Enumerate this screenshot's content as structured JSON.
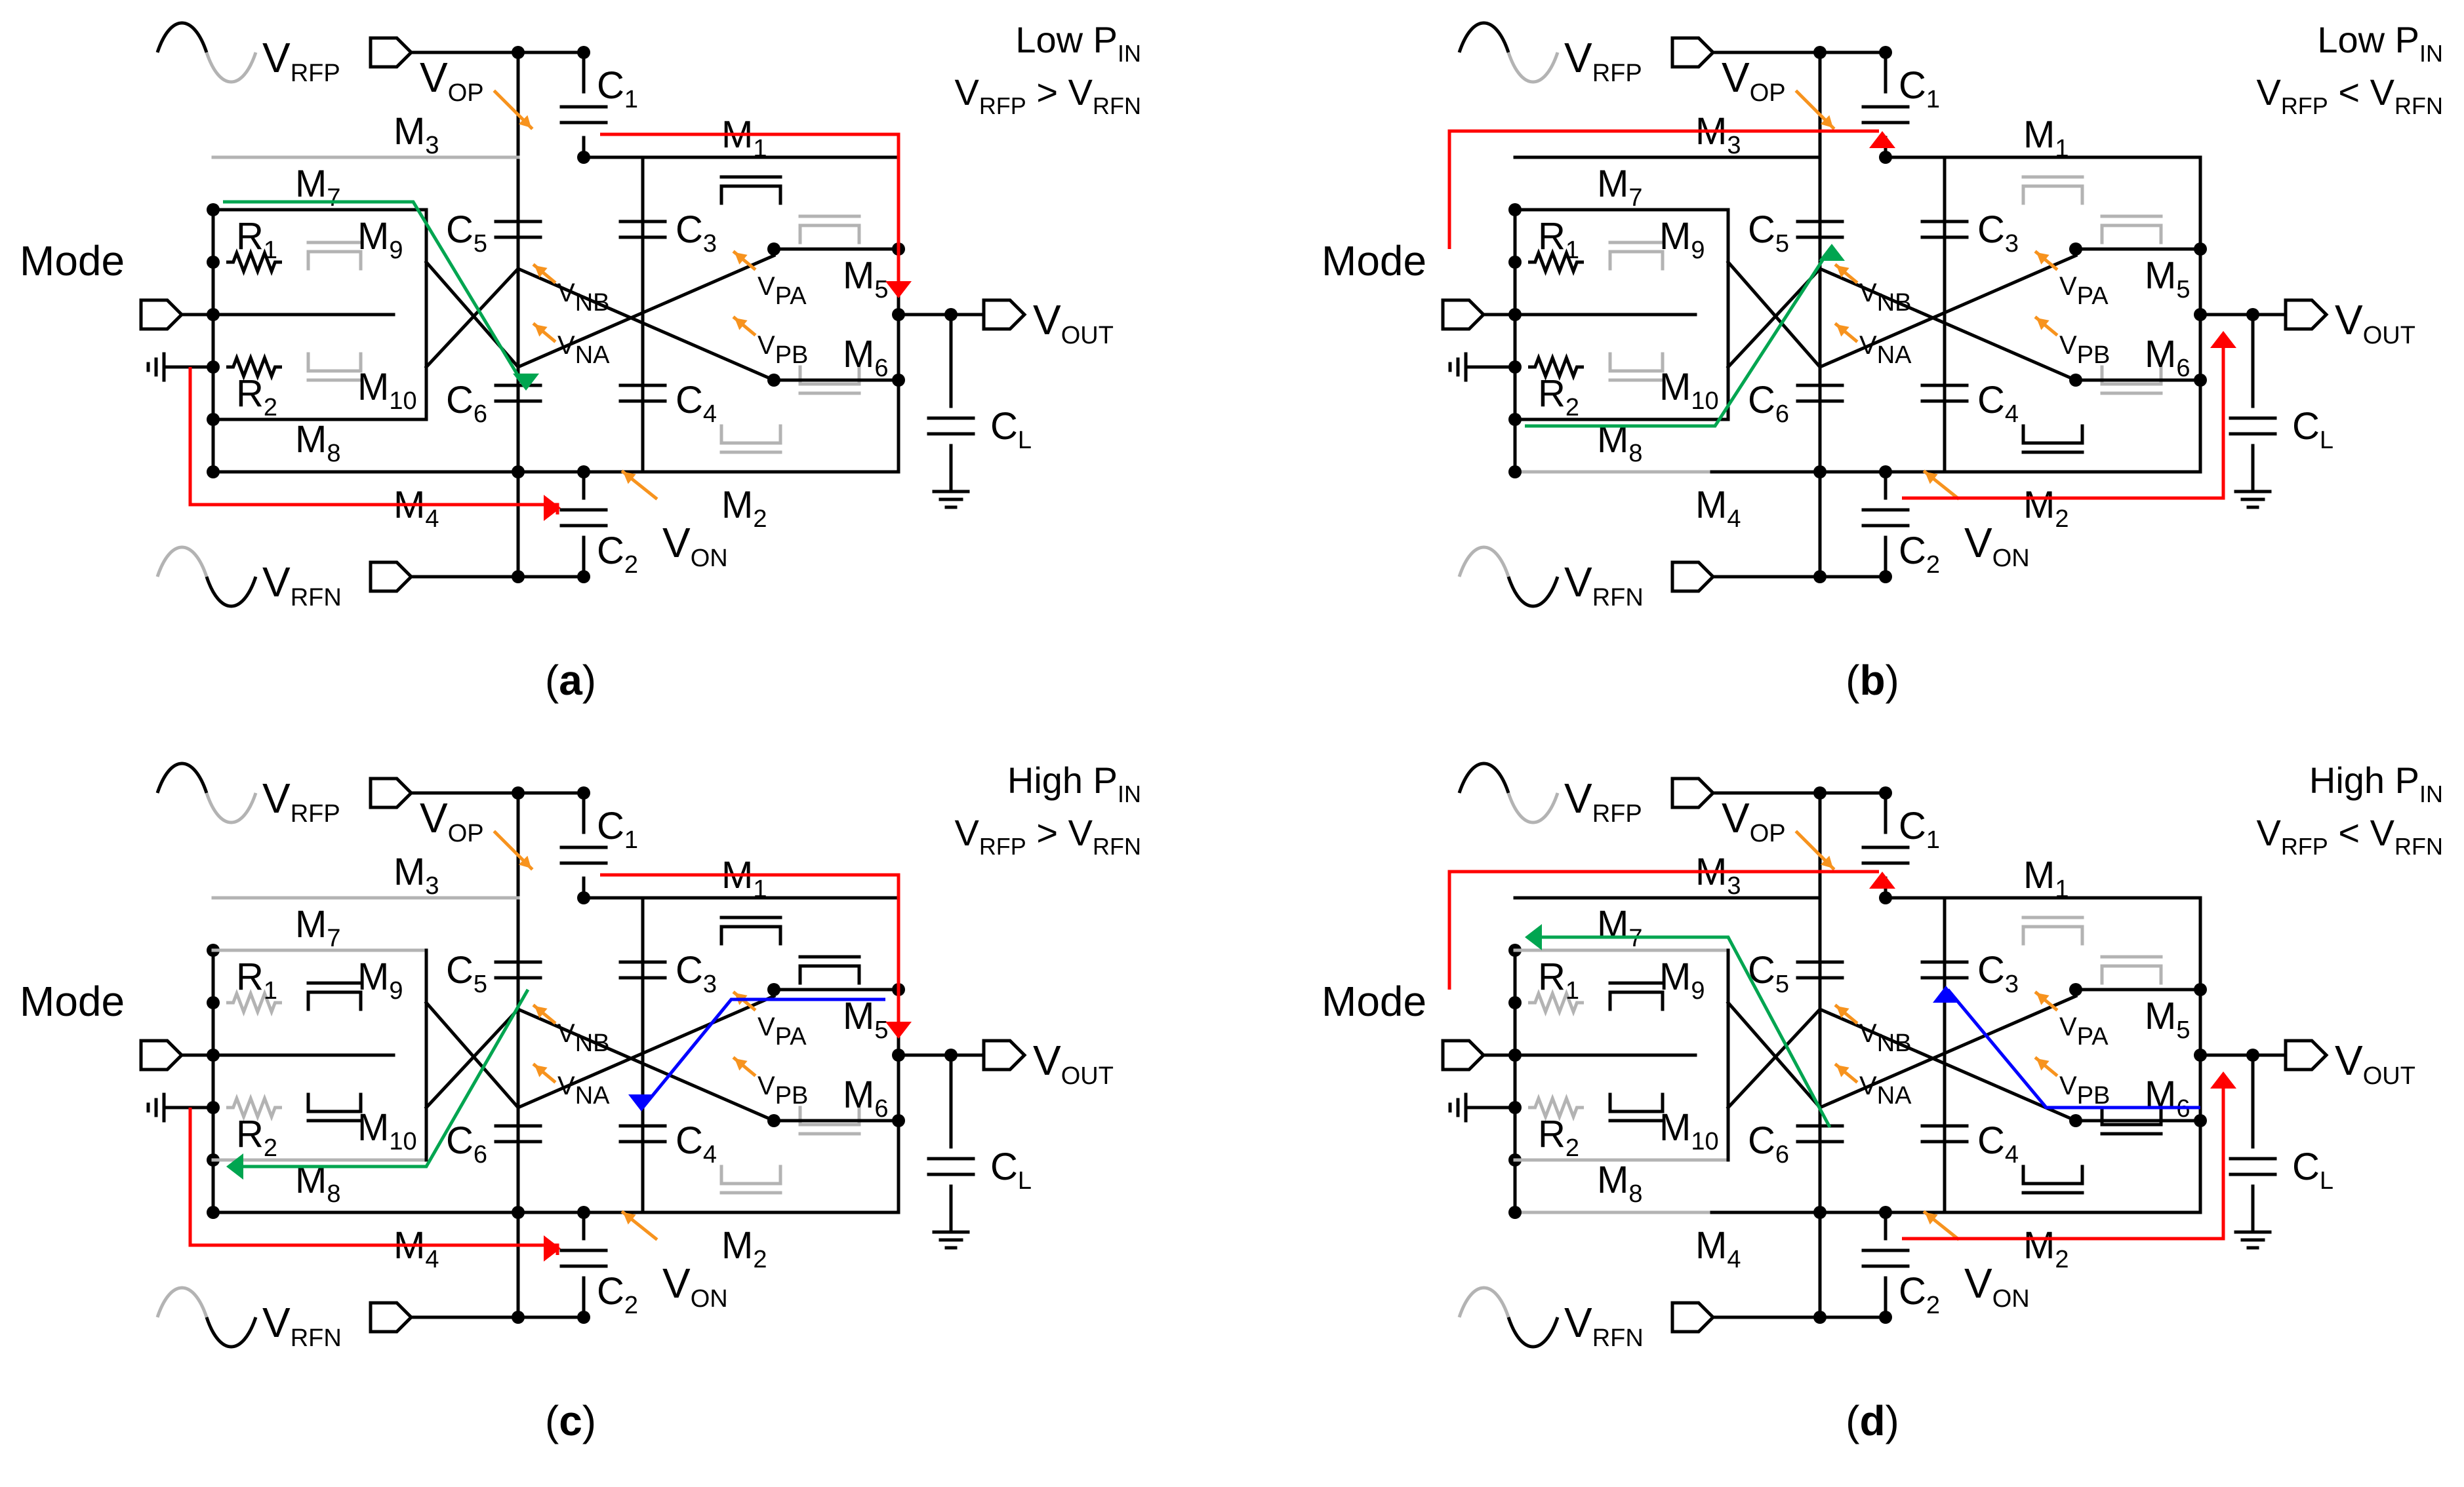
{
  "labels": {
    "vrfp": "V",
    "vrfp_sub": "RFP",
    "vrfn": "V",
    "vrfn_sub": "RFN",
    "vop": "V",
    "vop_sub": "OP",
    "von": "V",
    "von_sub": "ON",
    "vout": "V",
    "vout_sub": "OUT",
    "mode": "Mode",
    "vnb": "V",
    "vnb_sub": "NB",
    "vna": "V",
    "vna_sub": "NA",
    "vpa": "V",
    "vpa_sub": "PA",
    "vpb": "V",
    "vpb_sub": "PB",
    "cl": "C",
    "cl_sub": "L",
    "c": "C",
    "m": "M",
    "r": "R",
    "n1": "1",
    "n2": "2",
    "n3": "3",
    "n4": "4",
    "n5": "5",
    "n6": "6",
    "n7": "7",
    "n8": "8",
    "n9": "9",
    "n10": "10"
  },
  "panels": [
    {
      "id": "a",
      "caption_open": "(",
      "caption_letter": "a",
      "caption_close": ")",
      "line1_prefix": "Low P",
      "line1_sub": "IN",
      "line2_a": "V",
      "line2_a_sub": "RFP",
      "line2_op": " > ",
      "line2_b": "V",
      "line2_b_sub": "RFN"
    },
    {
      "id": "b",
      "caption_open": "(",
      "caption_letter": "b",
      "caption_close": ")",
      "line1_prefix": "Low P",
      "line1_sub": "IN",
      "line2_a": "V",
      "line2_a_sub": "RFP",
      "line2_op": " < ",
      "line2_b": "V",
      "line2_b_sub": "RFN"
    },
    {
      "id": "c",
      "caption_open": "(",
      "caption_letter": "c",
      "caption_close": ")",
      "line1_prefix": "High P",
      "line1_sub": "IN",
      "line2_a": "V",
      "line2_a_sub": "RFP",
      "line2_op": " > ",
      "line2_b": "V",
      "line2_b_sub": "RFN"
    },
    {
      "id": "d",
      "caption_open": "(",
      "caption_letter": "d",
      "caption_close": ")",
      "line1_prefix": "High P",
      "line1_sub": "IN",
      "line2_a": "V",
      "line2_a_sub": "RFP",
      "line2_op": " < ",
      "line2_b": "V",
      "line2_b_sub": "RFN"
    }
  ],
  "colors": {
    "wire": "#000000",
    "inactive": "#b3b3b3",
    "path_red": "#ff0000",
    "path_green": "#00a550",
    "path_blue": "#0000ff",
    "marker_orange": "#f7931e"
  }
}
